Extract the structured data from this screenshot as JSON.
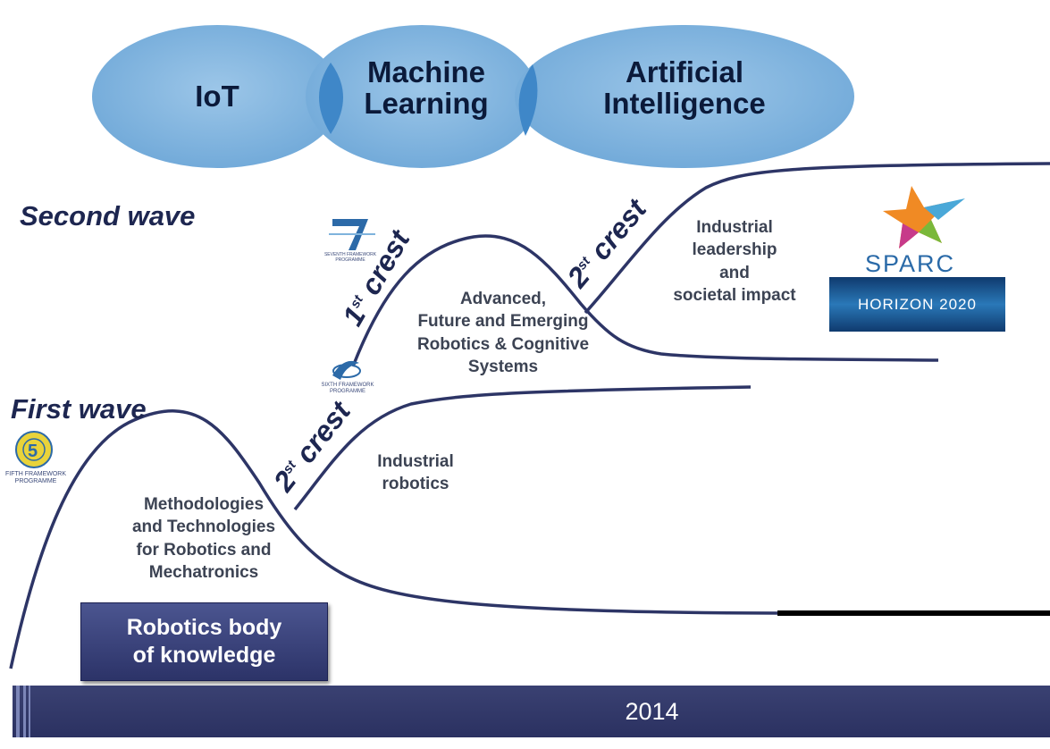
{
  "ellipses": [
    {
      "label_line1": "IoT",
      "label_line2": ""
    },
    {
      "label_line1": "Machine",
      "label_line2": "Learning"
    },
    {
      "label_line1": "Artificial",
      "label_line2": "Intelligence"
    }
  ],
  "waves": {
    "second": "Second wave",
    "first": "First wave"
  },
  "crests": {
    "first_wave_second": {
      "num": "2",
      "sup": "st",
      "word": "crest"
    },
    "second_wave_first": {
      "num": "1",
      "sup": "st",
      "word": "crest"
    },
    "second_wave_second": {
      "num": "2",
      "sup": "st",
      "word": "crest"
    }
  },
  "labels": {
    "methodologies": [
      "Methodologies",
      "and Technologies",
      "for Robotics and",
      "Mechatronics"
    ],
    "industrial_robotics": [
      "Industrial",
      "robotics"
    ],
    "advanced": [
      "Advanced,",
      "Future and Emerging",
      "Robotics & Cognitive",
      "Systems"
    ],
    "industrial_leadership": [
      "Industrial",
      "leadership",
      "and",
      "societal impact"
    ]
  },
  "box": {
    "line1": "Robotics body",
    "line2": "of knowledge"
  },
  "timeline": {
    "year": "2014"
  },
  "logos": {
    "fp5_line1": "FIFTH FRAMEWORK",
    "fp5_line2": "PROGRAMME",
    "fp6_line1": "SIXTH FRAMEWORK",
    "fp6_line2": "PROGRAMME",
    "fp7_line1": "SEVENTH FRAMEWORK",
    "fp7_line2": "PROGRAMME",
    "sparc": "SPARC",
    "horizon": "HORIZON 2020"
  },
  "colors": {
    "ellipse_fill": "#7fb3dc",
    "ellipse_overlap": "#3f87c8",
    "curve": "#2d3566",
    "timeline": "#2f3565"
  }
}
